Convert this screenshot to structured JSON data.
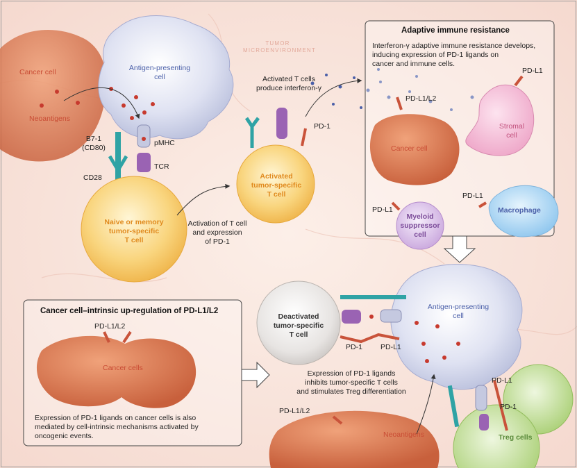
{
  "tumor_microenvironment": [
    "TUMOR",
    "MICROENVIRONMENT"
  ],
  "left": {
    "cancer_cell": "Cancer cell",
    "neoantigens": "Neoantigens",
    "apc": [
      "Antigen-presenting",
      "cell"
    ],
    "b7": [
      "B7-1",
      "(CD80)"
    ],
    "pmhc": "pMHC",
    "tcr": "TCR",
    "cd28": "CD28",
    "naive": [
      "Naive or memory",
      "tumor-specific",
      "T cell"
    ],
    "activation": [
      "Activation of T cell",
      "and expression",
      "of PD-1"
    ]
  },
  "middle": {
    "activated_ifn": [
      "Activated T cells",
      "produce interferon-γ"
    ],
    "pd1": "PD-1",
    "activated_cell": [
      "Activated",
      "tumor-specific",
      "T cell"
    ]
  },
  "adaptive_box": {
    "title": "Adaptive immune resistance",
    "text": [
      "Interferon-γ adaptive immune resistance develops,",
      "inducing expression of PD-1 ligands on",
      "cancer and immune cells."
    ],
    "pd_l1_l2": "PD-L1/L2",
    "pd_l1_stromal": "PD-L1",
    "cancer_cell": "Cancer cell",
    "stromal": [
      "Stromal",
      "cell"
    ],
    "pd_l1_myeloid": "PD-L1",
    "myeloid": [
      "Myeloid",
      "suppressor",
      "cell"
    ],
    "pd_l1_macrophage": "PD-L1",
    "macrophage": "Macrophage"
  },
  "intrinsic_box": {
    "title": "Cancer cell–intrinsic up-regulation of PD-L1/L2",
    "pd_l1_l2": "PD-L1/L2",
    "cancer_cells": "Cancer cells",
    "text": [
      "Expression of PD-1 ligands on cancer cells is also",
      "mediated by cell-intrinsic mechanisms activated by",
      "oncogenic events."
    ]
  },
  "bottom_right": {
    "deactivated": [
      "Deactivated",
      "tumor-specific",
      "T cell"
    ],
    "apc": [
      "Antigen-presenting",
      "cell"
    ],
    "pd1": "PD-1",
    "pd_l1": "PD-L1",
    "expression": [
      "Expression of PD-1 ligands",
      "inhibits tumor-specific T cells",
      "and stimulates Treg differentiation"
    ],
    "pd_l1_l2": "PD-L1/L2",
    "neoantigens": "Neoantigens",
    "pd_l1_treg": "PD-L1",
    "pd1_treg": "PD-1",
    "treg": "Treg cells"
  },
  "colors": {
    "background": "#fbeee8",
    "cancer": "#d9794f",
    "apc": "#c9cfe8",
    "tcell": "#f6c85a",
    "stromal": "#f3b6d2",
    "myeloid": "#d8bfe6",
    "macrophage": "#a9d3f2",
    "treg": "#bcd98f",
    "receptor_teal": "#2fa3a5",
    "receptor_purple": "#8d5aa8",
    "ligand_red": "#c9533a"
  }
}
